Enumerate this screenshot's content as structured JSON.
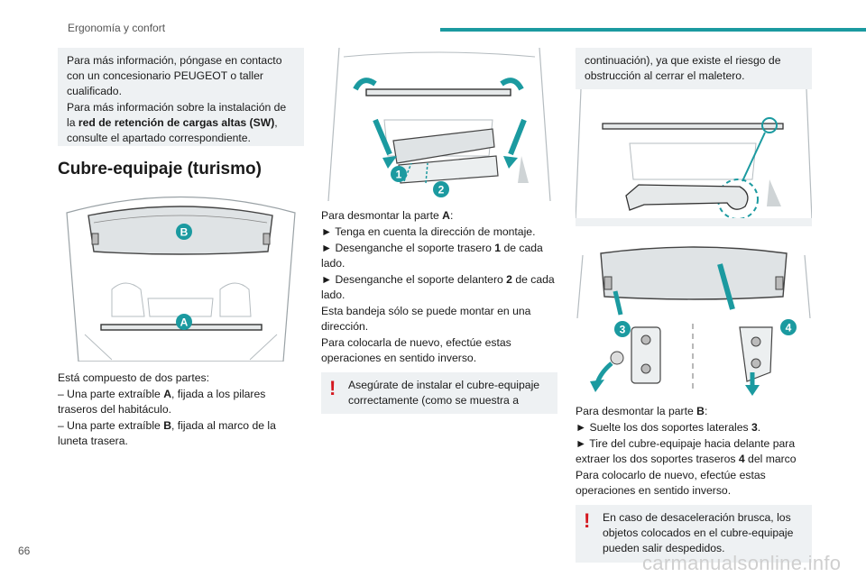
{
  "header": {
    "section_title": "Ergonomía y confort",
    "accent_color": "#1b9aa0"
  },
  "page_number": "66",
  "watermark": "carmanualsonline.info",
  "col1": {
    "note": {
      "line1": "Para más información, póngase en contacto con un concesionario PEUGEOT o taller cualificado.",
      "line2_pre": "Para más información sobre la instalación de la ",
      "line2_bold": "red de retención de cargas altas (SW)",
      "line2_post": ", consulte el apartado correspondiente."
    },
    "section_title": "Cubre-equipaje (turismo)",
    "figure_labels": {
      "a": "A",
      "b": "B"
    },
    "intro": "Está compuesto de dos partes:",
    "item_a_pre": "– Una parte extraíble ",
    "item_a_bold": "A",
    "item_a_post": ", fijada a los pilares traseros del habitáculo.",
    "item_b_pre": "– Una parte extraíble ",
    "item_b_bold": "B",
    "item_b_post": ", fijada al marco de la luneta trasera."
  },
  "col2": {
    "figure_labels": {
      "one": "1",
      "two": "2"
    },
    "heading_pre": "Para desmontar la parte ",
    "heading_bold": "A",
    "heading_post": ":",
    "step1": "► Tenga en cuenta la dirección de montaje.",
    "step2_pre": "► Desenganche el soporte trasero ",
    "step2_bold": "1",
    "step2_post": " de cada lado.",
    "step3_pre": "► Desenganche el soporte delantero ",
    "step3_bold": "2",
    "step3_post": " de cada lado.",
    "p1": "Esta bandeja sólo se puede montar en una dirección.",
    "p2": "Para colocarla de nuevo, efectúe estas operaciones en sentido inverso.",
    "warning": "Asegúrate de instalar el cubre-equipaje correctamente (como se muestra a"
  },
  "col3": {
    "warning_cont": "continuación), ya que existe el riesgo de obstrucción al cerrar el maletero.",
    "figure_labels": {
      "three": "3",
      "four": "4"
    },
    "heading_pre": "Para desmontar la parte ",
    "heading_bold": "B",
    "heading_post": ":",
    "step1_pre": "► Suelte los dos soportes laterales ",
    "step1_bold": "3",
    "step1_post": ".",
    "step2_pre": "► Tire del cubre-equipaje hacia delante para extraer los dos soportes traseros ",
    "step2_bold": "4",
    "step2_post": " del marco",
    "p1": "Para colocarlo de nuevo, efectúe estas operaciones en sentido inverso.",
    "warning": "En caso de desaceleración brusca, los objetos colocados en el cubre-equipaje pueden salir despedidos."
  }
}
